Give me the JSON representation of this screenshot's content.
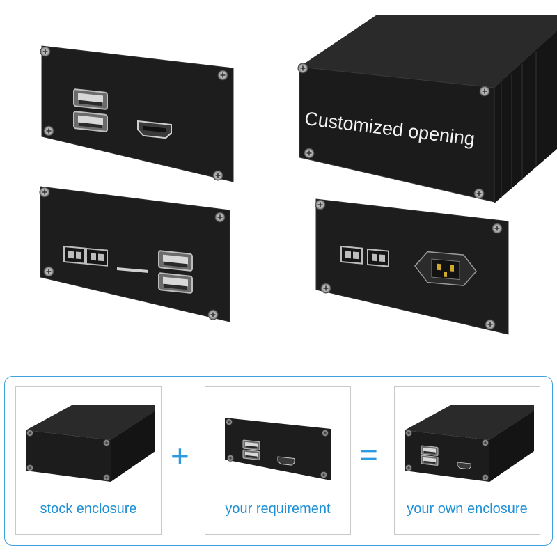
{
  "hero": {
    "line1": "Customized opening",
    "line2": ""
  },
  "bottom": {
    "cards": [
      {
        "caption": "stock enclosure"
      },
      {
        "caption": "your requirement"
      },
      {
        "caption": "your own enclosure"
      }
    ],
    "plus": "+",
    "equals": "="
  },
  "colors": {
    "accent": "#1e90d6",
    "frame": "#3aa3dd",
    "enclosure": "#1e1e1e"
  },
  "icons": [
    "usb-port-icon",
    "hdmi-port-icon",
    "terminal-block-icon",
    "sd-slot-icon",
    "power-socket-icon",
    "screw-icon"
  ]
}
